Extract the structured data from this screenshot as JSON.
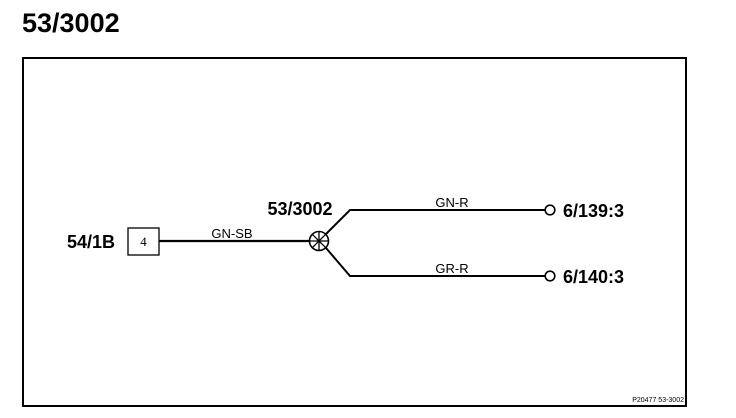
{
  "title": "53/3002",
  "diagram": {
    "source_connector": {
      "name": "54/1B",
      "pin": "4"
    },
    "splice": {
      "name": "53/3002"
    },
    "wires": [
      {
        "label": "GN-SB"
      },
      {
        "label": "GN-R",
        "destination": "6/139:3"
      },
      {
        "label": "GR-R",
        "destination": "6/140:3"
      }
    ],
    "reference": "P20477  53-3002"
  }
}
